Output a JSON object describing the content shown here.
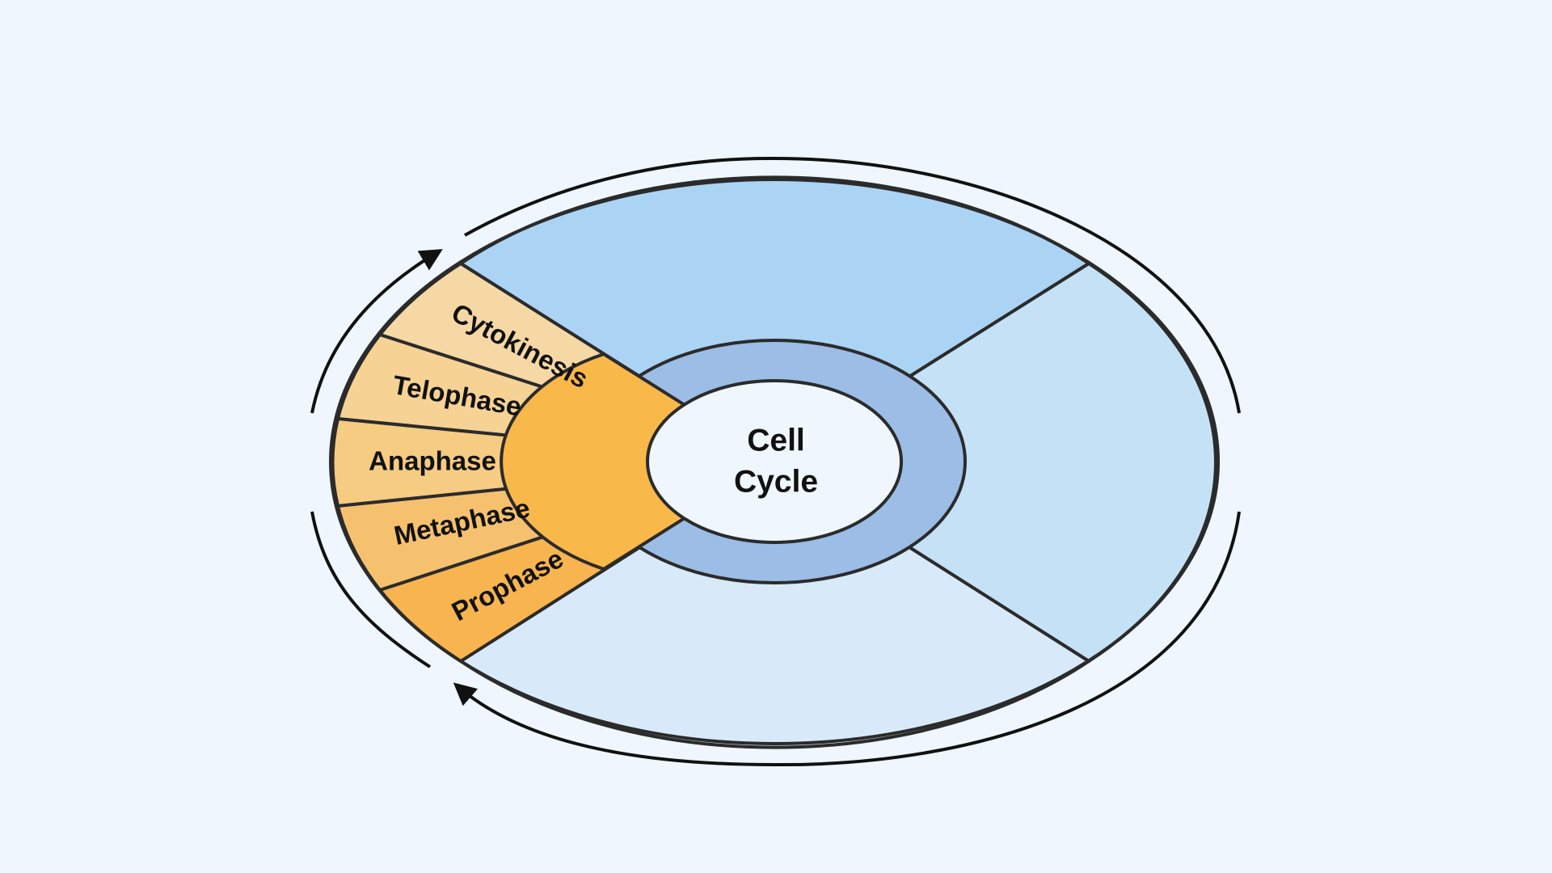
{
  "diagram": {
    "center_lines": [
      "Cell",
      "Cycle"
    ],
    "phases": [
      {
        "label": "Cytokinesis"
      },
      {
        "label": "Telophase"
      },
      {
        "label": "Anaphase"
      },
      {
        "label": "Metaphase"
      },
      {
        "label": "Prophase"
      }
    ],
    "cycle_arrows": [
      "arrow-upper-left",
      "arrow-lower-left"
    ]
  },
  "colors": {
    "background": "#eff6fd",
    "outline": "#2b2b2b",
    "quadrant_top": "#abd3f4",
    "quadrant_right": "#c5e1f6",
    "quadrant_bottom": "#d8eaf9",
    "inner_ring_blue": "#9bbde6",
    "inner_ring_orange": "#f9b84a",
    "center_fill": "#eff6fd",
    "phase_fills": [
      "#f6d8a5",
      "#f6d295",
      "#f6cb82",
      "#f6c16f",
      "#f8b44f"
    ]
  }
}
